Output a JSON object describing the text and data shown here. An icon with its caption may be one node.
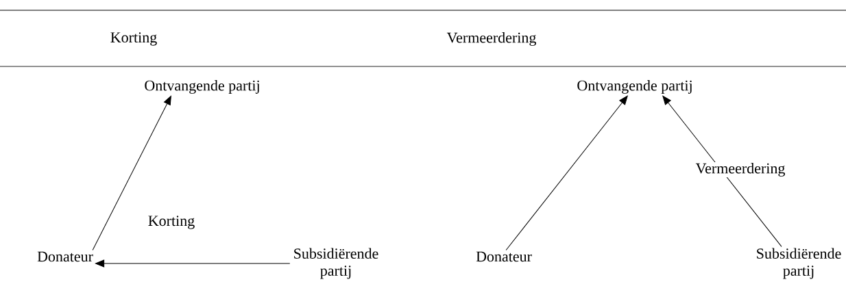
{
  "diagram": {
    "nodes": [
      {
        "text": [
          "Ontvangende partij"
        ]
      },
      {
        "text": [
          "Donateur"
        ]
      },
      {
        "text": [
          "Subsidiërende partij"
        ]
      },
      {
        "text": [
          "Ontvangende partij"
        ]
      },
      {
        "text": [
          "Donateur"
        ]
      },
      {
        "text": [
          "Subsidiërende partij"
        ]
      }
    ],
    "edges": [
      {
        "from": 1,
        "to": 0,
        "arrow": "to"
      },
      {
        "from": 2,
        "to": 1,
        "arrow": "to",
        "label": "Korting"
      },
      {
        "from": 4,
        "to": 3,
        "arrow": "to"
      },
      {
        "from": 5,
        "to": 3,
        "arrow": "to",
        "label": "Vermeerdering"
      }
    ],
    "labels": [
      "Korting",
      "Vermeerdering"
    ]
  }
}
